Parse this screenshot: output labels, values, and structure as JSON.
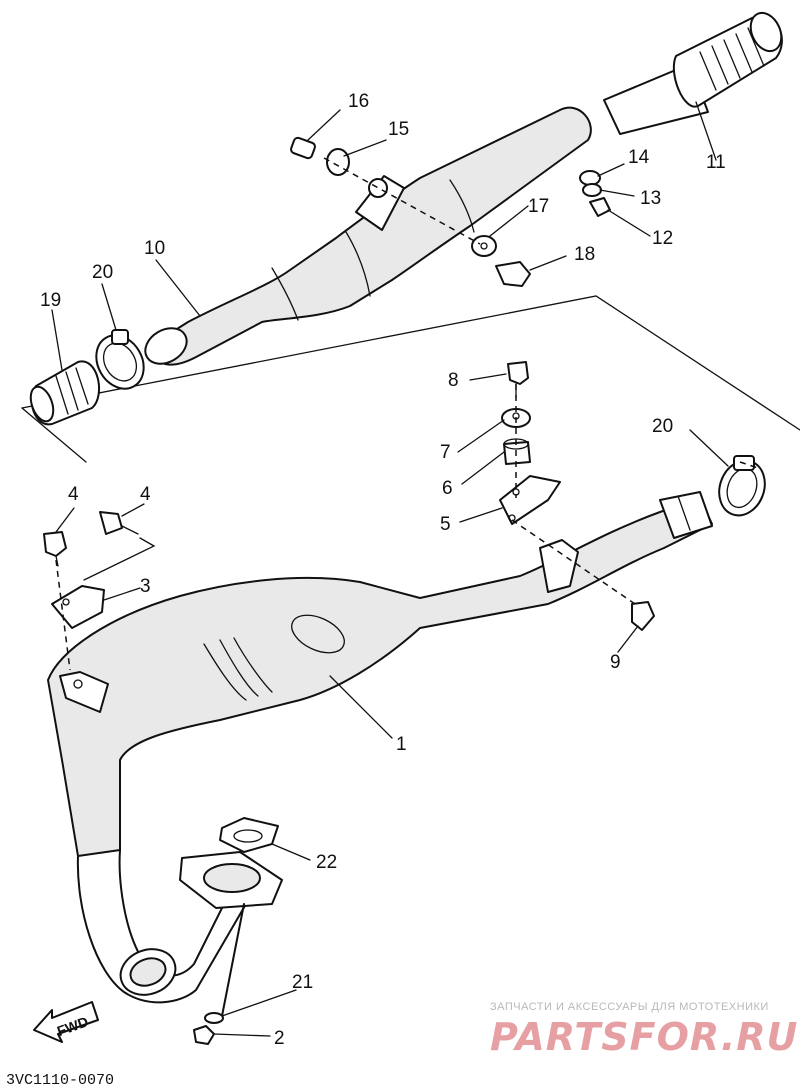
{
  "diagram": {
    "code": "3VC1110-0070",
    "fwd_label": "FWD",
    "watermark": {
      "caption": "ЗАПЧАСТИ И АКСЕССУАРЫ ДЛЯ МОТОТЕХНИКИ",
      "brand": "PARTSFOR.RU"
    },
    "callouts": {
      "c1": "1",
      "c2": "2",
      "c3": "3",
      "c4a": "4",
      "c4b": "4",
      "c5": "5",
      "c6": "6",
      "c7": "7",
      "c8": "8",
      "c9": "9",
      "c10": "10",
      "c11": "11",
      "c12": "12",
      "c13": "13",
      "c14": "14",
      "c15": "15",
      "c16": "16",
      "c17": "17",
      "c18": "18",
      "c19": "19",
      "c20a": "20",
      "c20b": "20",
      "c21": "21",
      "c22": "22"
    }
  }
}
